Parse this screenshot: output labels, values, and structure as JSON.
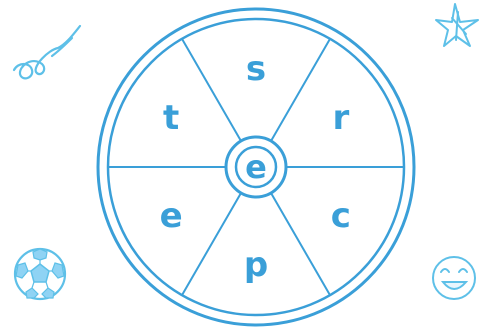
{
  "puzzle": {
    "center_letter": "e",
    "outer_letters": [
      "s",
      "r",
      "c",
      "p",
      "e",
      "t"
    ]
  },
  "colors": {
    "accent": "#3a9fd8",
    "decoration": "#5ec0e8"
  },
  "decorations": [
    "swirl-doodle",
    "star-doodle",
    "soccer-ball-doodle",
    "smiley-face-doodle"
  ]
}
